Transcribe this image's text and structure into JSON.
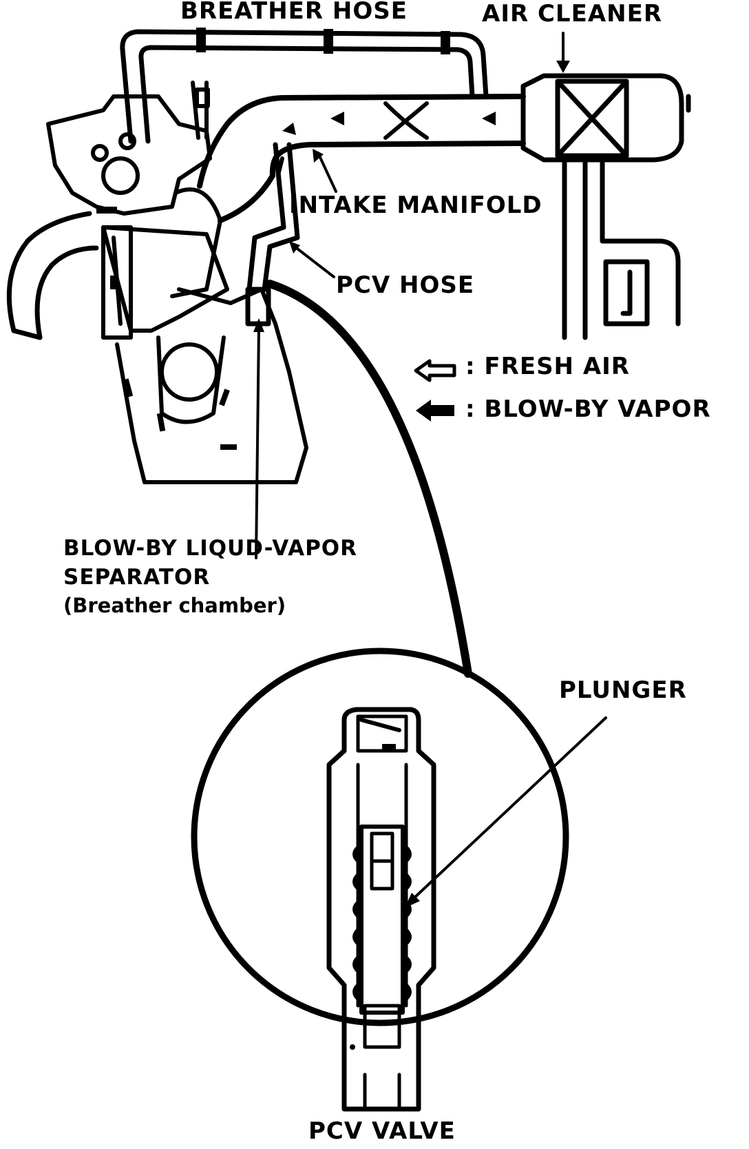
{
  "labels": {
    "breather_hose": "BREATHER HOSE",
    "air_cleaner": "AIR CLEANER",
    "intake_manifold": "INTAKE MANIFOLD",
    "pcv_hose": "PCV HOSE",
    "separator_line1": "BLOW-BY LIQUD-VAPOR",
    "separator_line2": "SEPARATOR",
    "separator_line3": "(Breather chamber)",
    "plunger": "PLUNGER",
    "pcv_valve": "PCV VALVE"
  },
  "legend": {
    "fresh_air": ": FRESH AIR",
    "blow_by_vapor": ": BLOW-BY VAPOR"
  }
}
